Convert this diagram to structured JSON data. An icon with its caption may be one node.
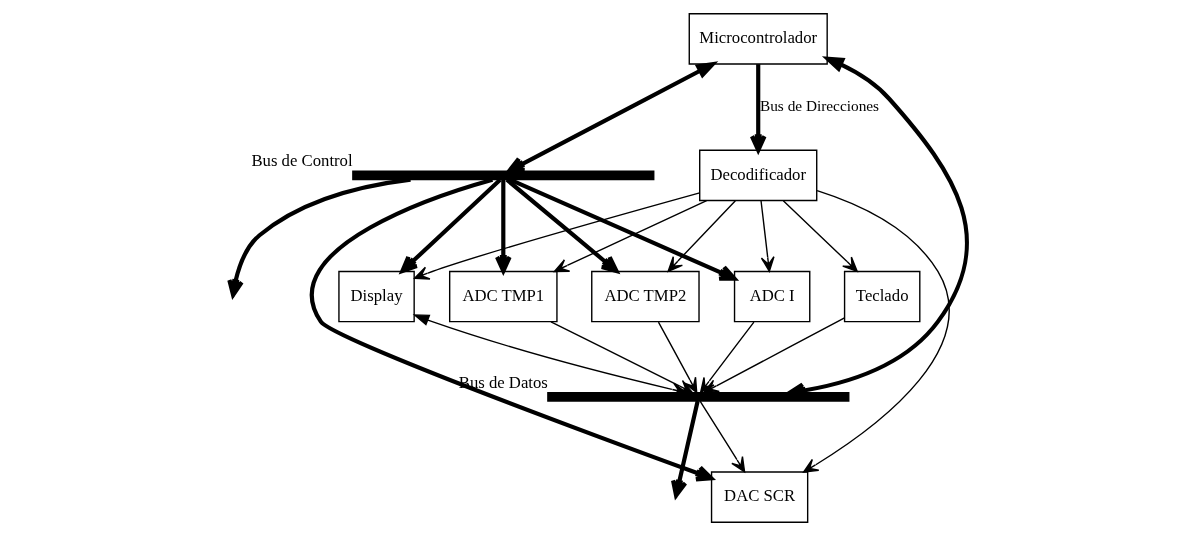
{
  "diagram": {
    "nodes": [
      {
        "text": [
          "Microcontrolador"
        ]
      },
      {
        "text": [],
        "shape": "bar",
        "beside": [
          "Bus de Datos"
        ]
      },
      {
        "text": [],
        "shape": "bar",
        "beside": [
          "Bus de Control"
        ]
      },
      {
        "text": [
          "DAC SCR"
        ]
      },
      {
        "text": [
          "ADC I"
        ]
      },
      {
        "text": [
          "ADC TMP1"
        ]
      },
      {
        "text": [
          "ADC TMP2"
        ]
      },
      {
        "text": [
          "Display"
        ]
      },
      {
        "text": [
          "Teclado"
        ]
      },
      {
        "text": [
          "Decodificador"
        ]
      }
    ],
    "edges": [
      {
        "from": 0,
        "to": 1,
        "arrow": "both",
        "style": "thick"
      },
      {
        "from": 1,
        "to": null,
        "arrow": "to",
        "style": "thick"
      },
      {
        "from": 1,
        "to": 3,
        "arrow": "to"
      },
      {
        "from": 4,
        "to": 1,
        "arrow": "to"
      },
      {
        "from": 5,
        "to": 1,
        "arrow": "to"
      },
      {
        "from": 6,
        "to": 1,
        "arrow": "to"
      },
      {
        "from": 7,
        "to": 1,
        "arrow": "both"
      },
      {
        "from": 8,
        "to": 1,
        "arrow": "to"
      },
      {
        "from": 0,
        "to": 2,
        "arrow": "both",
        "style": "thick"
      },
      {
        "from": 2,
        "to": null,
        "arrow": "to",
        "style": "thick"
      },
      {
        "from": 2,
        "to": 3,
        "arrow": "to",
        "style": "thick"
      },
      {
        "from": 2,
        "to": 4,
        "arrow": "to",
        "style": "thick"
      },
      {
        "from": 2,
        "to": 5,
        "arrow": "to",
        "style": "thick"
      },
      {
        "from": 2,
        "to": 6,
        "arrow": "to",
        "style": "thick"
      },
      {
        "from": 2,
        "to": 7,
        "arrow": "to",
        "style": "thick"
      },
      {
        "from": 0,
        "to": 9,
        "arrow": "to",
        "style": "thick",
        "label": "Bus de Direcciones"
      },
      {
        "from": 9,
        "to": 3,
        "arrow": "to"
      },
      {
        "from": 9,
        "to": 4,
        "arrow": "to"
      },
      {
        "from": 9,
        "to": 5,
        "arrow": "to"
      },
      {
        "from": 9,
        "to": 6,
        "arrow": "to"
      },
      {
        "from": 9,
        "to": 7,
        "arrow": "to"
      },
      {
        "from": 9,
        "to": 8,
        "arrow": "to"
      }
    ]
  }
}
